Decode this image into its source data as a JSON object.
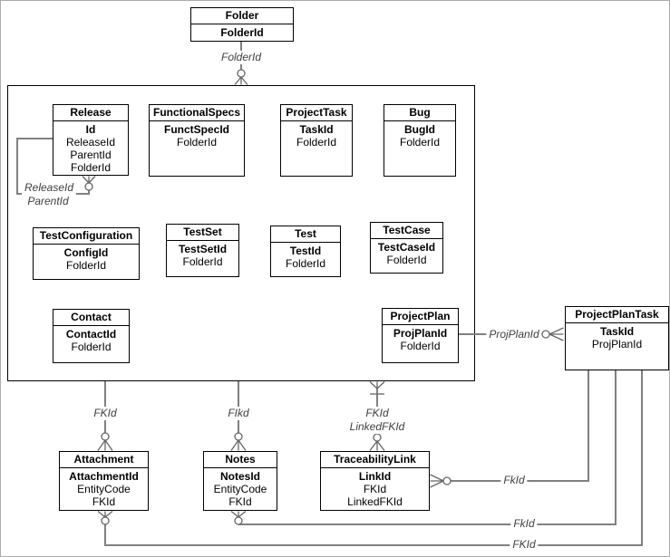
{
  "diagram": {
    "entities": {
      "folder": {
        "name": "Folder",
        "fields": [
          "FolderId"
        ]
      },
      "release": {
        "name": "Release",
        "fields": [
          "Id",
          "ReleaseId",
          "ParentId",
          "FolderId"
        ]
      },
      "functionalspecs": {
        "name": "FunctionalSpecs",
        "fields": [
          "FunctSpecId",
          "FolderId"
        ]
      },
      "projecttask": {
        "name": "ProjectTask",
        "fields": [
          "TaskId",
          "FolderId"
        ]
      },
      "bug": {
        "name": "Bug",
        "fields": [
          "BugId",
          "FolderId"
        ]
      },
      "testconfiguration": {
        "name": "TestConfiguration",
        "fields": [
          "ConfigId",
          "FolderId"
        ]
      },
      "testset": {
        "name": "TestSet",
        "fields": [
          "TestSetId",
          "FolderId"
        ]
      },
      "test": {
        "name": "Test",
        "fields": [
          "TestId",
          "FolderId"
        ]
      },
      "testcase": {
        "name": "TestCase",
        "fields": [
          "TestCaseId",
          "FolderId"
        ]
      },
      "contact": {
        "name": "Contact",
        "fields": [
          "ContactId",
          "FolderId"
        ]
      },
      "projectplan": {
        "name": "ProjectPlan",
        "fields": [
          "ProjPlanId",
          "FolderId"
        ]
      },
      "projectplantask": {
        "name": "ProjectPlanTask",
        "fields": [
          "TaskId",
          "ProjPlanId"
        ]
      },
      "attachment": {
        "name": "Attachment",
        "fields": [
          "AttachmentId",
          "EntityCode",
          "FKId"
        ]
      },
      "notes": {
        "name": "Notes",
        "fields": [
          "NotesId",
          "EntityCode",
          "FKId"
        ]
      },
      "traceabilitylink": {
        "name": "TraceabilityLink",
        "fields": [
          "LinkId",
          "FKId",
          "LinkedFKId"
        ]
      }
    },
    "connector_labels": {
      "folder_container": "FolderId",
      "release_self_1": "ReleaseId",
      "release_self_2": "ParentId",
      "container_attachment": "FKId",
      "container_notes": "FIkd",
      "container_trace_1": "FKId",
      "container_trace_2": "LinkedFKId",
      "projectplan_ppt": "ProjPlanId",
      "trace_ppt": "FkId",
      "notes_ppt": "FkId",
      "attachment_ppt": "FKId"
    },
    "colors": {
      "line": "#808080",
      "symbol": "#666666",
      "label_text": "#404040",
      "box_border": "#000000",
      "background": "#ffffff"
    }
  }
}
